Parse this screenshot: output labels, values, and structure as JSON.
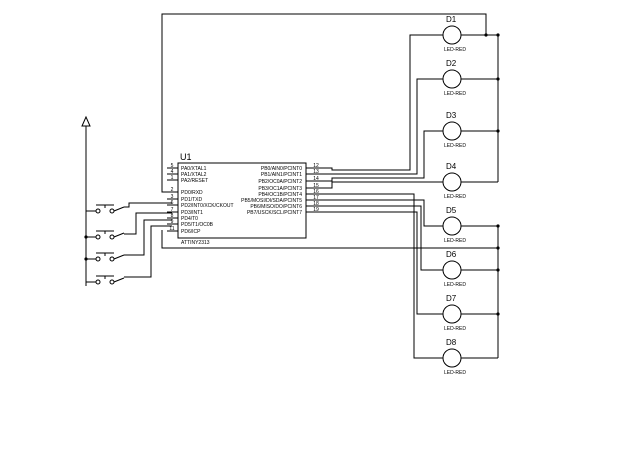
{
  "mcu": {
    "ref": "U1",
    "part": "ATTINY2313",
    "left_pins": [
      {
        "num": "5",
        "name": "PA0/XTAL1"
      },
      {
        "num": "4",
        "name": "PA1/XTAL2"
      },
      {
        "num": "1",
        "name": "PA2/RESET"
      },
      {
        "num": "2",
        "name": "PD0/RXD"
      },
      {
        "num": "3",
        "name": "PD1/TXD"
      },
      {
        "num": "6",
        "name": "PD2/INT0/XCK/CKOUT"
      },
      {
        "num": "7",
        "name": "PD3/INT1"
      },
      {
        "num": "8",
        "name": "PD4/T0"
      },
      {
        "num": "9",
        "name": "PD5/T1/OC0B"
      },
      {
        "num": "11",
        "name": "PD6/ICP"
      }
    ],
    "right_pins": [
      {
        "num": "12",
        "name": "PB0/AIN0/PCINT0"
      },
      {
        "num": "13",
        "name": "PB1/AIN1/PCINT1"
      },
      {
        "num": "14",
        "name": "PB2/OC0A/PCINT2"
      },
      {
        "num": "15",
        "name": "PB3/OC1A/PCINT3"
      },
      {
        "num": "16",
        "name": "PB4/OC1B/PCINT4"
      },
      {
        "num": "17",
        "name": "PB5/MOSI/DI/SDA/PCINT5"
      },
      {
        "num": "18",
        "name": "PB6/MISO/DO/PCINT6"
      },
      {
        "num": "19",
        "name": "PB7/USCK/SCL/PCINT7"
      }
    ]
  },
  "leds": [
    {
      "ref": "D1",
      "value": "LED-RED"
    },
    {
      "ref": "D2",
      "value": "LED-RED"
    },
    {
      "ref": "D3",
      "value": "LED-RED"
    },
    {
      "ref": "D4",
      "value": "LED-RED"
    },
    {
      "ref": "D5",
      "value": "LED-RED"
    },
    {
      "ref": "D6",
      "value": "LED-RED"
    },
    {
      "ref": "D7",
      "value": "LED-RED"
    },
    {
      "ref": "D8",
      "value": "LED-RED"
    }
  ],
  "switch_count": 4
}
